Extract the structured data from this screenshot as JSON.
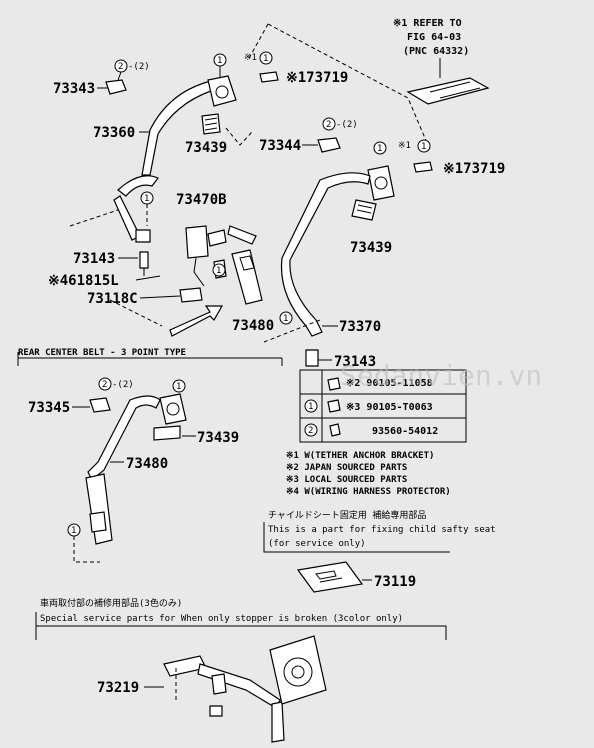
{
  "refer": {
    "line1": "※1 REFER TO",
    "line2": "FIG 64-03",
    "line3": "(PNC 64332)"
  },
  "parts": {
    "p73343": "73343",
    "p73360": "73360",
    "p73439a": "73439",
    "p73344": "73344",
    "p73719a": "※173719",
    "p73719b": "※173719",
    "p73470b": "73470B",
    "p73439b": "73439",
    "p73143a": "73143",
    "p61815l": "※461815L",
    "p73118c": "73118C",
    "p73480a": "73480",
    "p73370": "73370",
    "p73143b": "73143",
    "p73345": "73345",
    "p73439c": "73439",
    "p73480b": "73480",
    "p73119": "73119",
    "p73219": "73219"
  },
  "callouts": {
    "c1": "1",
    "c2": "2",
    "c2q": "-(2)",
    "star1": "※1"
  },
  "section_rear": "REAR CENTER BELT - 3 POINT TYPE",
  "table": {
    "rows": [
      {
        "mark": "",
        "code": "※2 90105-11058"
      },
      {
        "mark": "1",
        "code": "※3 90105-T0063"
      },
      {
        "mark": "2",
        "code": "93560-54012"
      }
    ]
  },
  "notes": [
    "※1 W(TETHER ANCHOR BRACKET)",
    "※2 JAPAN SOURCED PARTS",
    "※3 LOCAL SOURCED PARTS",
    "※4 W(WIRING HARNESS PROTECTOR)"
  ],
  "child_seat": {
    "jp": "チャイルドシート固定用 補給専用部品",
    "en": "This is a part for fixing child safty seat",
    "note": "(for service only)"
  },
  "special": {
    "jp": "車両取付部の補修用部品(3色のみ)",
    "en": "Special service parts for When only stopper is broken (3color only)"
  },
  "watermark": "Sedanvien.vn"
}
